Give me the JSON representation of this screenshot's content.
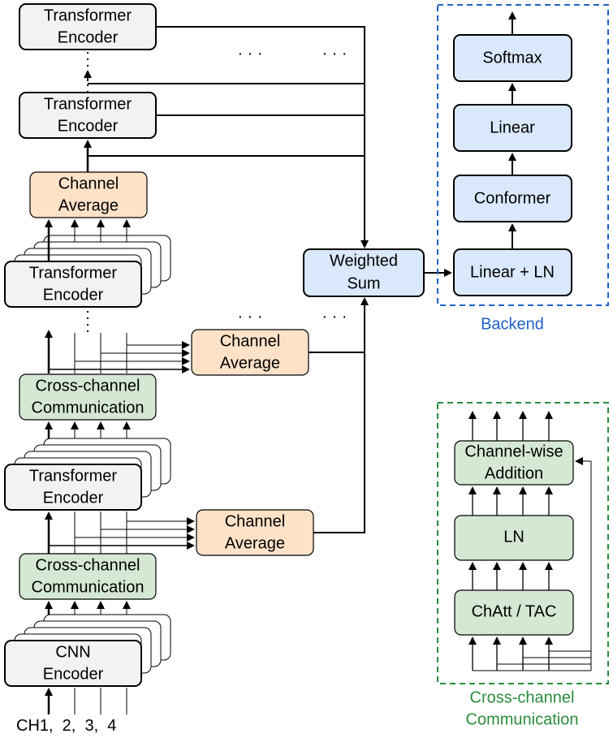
{
  "colors": {
    "gray_fill": "#f2f2f2",
    "orange_fill": "#fde2c8",
    "green_fill": "#d5e8d4",
    "blue_fill": "#dae8fc",
    "blue_border": "#1f62c7",
    "green_border": "#2a8c3c",
    "line": "#000000"
  },
  "main": {
    "transformer_top": [
      "Transformer",
      "Encoder"
    ],
    "transformer_second": [
      "Transformer",
      "Encoder"
    ],
    "channel_average_top": [
      "Channel",
      "Average"
    ],
    "transformer_stack_upper": [
      "Transformer",
      "Encoder"
    ],
    "channel_average_mid": [
      "Channel",
      "Average"
    ],
    "cross_channel_upper": [
      "Cross-channel",
      "Communication"
    ],
    "transformer_stack_lower": [
      "Transformer",
      "Encoder"
    ],
    "channel_average_low": [
      "Channel",
      "Average"
    ],
    "cross_channel_lower": [
      "Cross-channel",
      "Communication"
    ],
    "cnn_encoder": [
      "CNN",
      "Encoder"
    ],
    "weighted_sum": [
      "Weighted",
      "Sum"
    ],
    "inputs": "CH1,  2,  3,  4",
    "ellipsis": "· · ·",
    "vertical_dots": "⋮"
  },
  "backend": {
    "title": "Backend",
    "blocks": [
      "Softmax",
      "Linear",
      "Conformer",
      "Linear + LN"
    ]
  },
  "cross_channel_detail": {
    "title": [
      "Cross-channel",
      "Communication"
    ],
    "blocks": {
      "addition": [
        "Channel-wise",
        "Addition"
      ],
      "ln": "LN",
      "chatt": "ChAtt / TAC"
    }
  }
}
